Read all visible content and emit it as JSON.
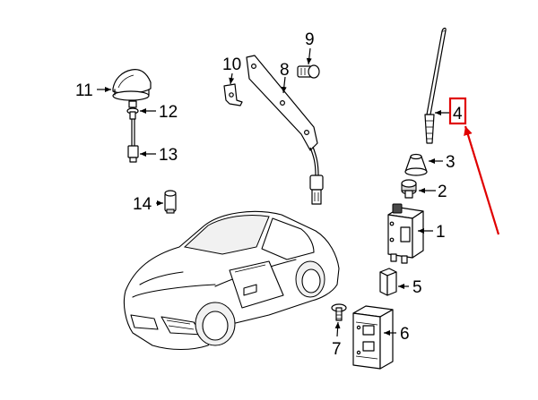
{
  "callouts": [
    {
      "id": "1",
      "text": "1"
    },
    {
      "id": "2",
      "text": "2"
    },
    {
      "id": "3",
      "text": "3"
    },
    {
      "id": "4",
      "text": "4"
    },
    {
      "id": "5",
      "text": "5"
    },
    {
      "id": "6",
      "text": "6"
    },
    {
      "id": "7",
      "text": "7"
    },
    {
      "id": "8",
      "text": "8"
    },
    {
      "id": "9",
      "text": "9"
    },
    {
      "id": "10",
      "text": "10"
    },
    {
      "id": "11",
      "text": "11"
    },
    {
      "id": "12",
      "text": "12"
    },
    {
      "id": "13",
      "text": "13"
    },
    {
      "id": "14",
      "text": "14"
    }
  ],
  "highlight": {
    "part": "4",
    "color": "#e00000"
  }
}
